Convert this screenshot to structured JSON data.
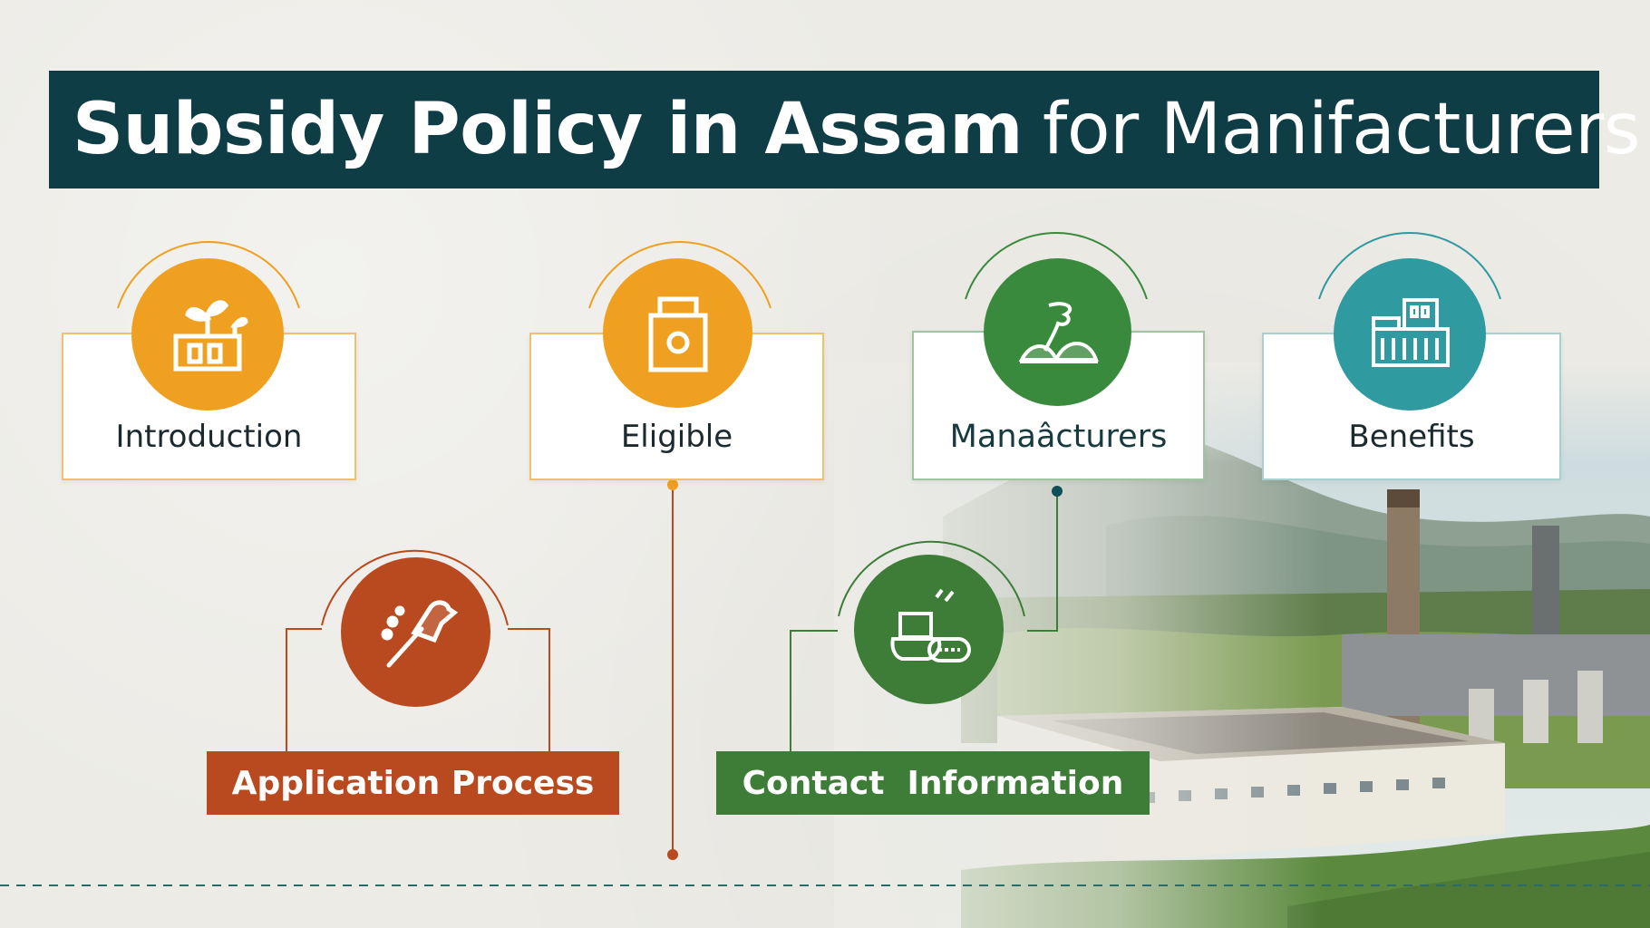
{
  "title": {
    "bold": "Subsidy Policy in Assam",
    "light": "for Manifacturers"
  },
  "cards": [
    {
      "label": "Introduction",
      "icon": "plant-box-icon",
      "color": "#f0a020"
    },
    {
      "label": "Eligible",
      "icon": "bag-icon",
      "color": "#f0a020"
    },
    {
      "label": "Manaâcturers",
      "icon": "crop-plant-icon",
      "color": "#3a8a3e"
    },
    {
      "label": "Benefits",
      "icon": "factory-building-icon",
      "color": "#2f9aa0"
    }
  ],
  "process_items": [
    {
      "label": "Application Process",
      "icon": "pen-tool-icon",
      "color": "#b94a1f"
    },
    {
      "label": "Contact  Information",
      "icon": "tools-box-icon",
      "color": "#3d7d37"
    }
  ],
  "colors": {
    "title_bg": "#0f3d46",
    "orange": "#f0a020",
    "rust": "#b94a1f",
    "green": "#3d7d37",
    "teal": "#2f9aa0"
  }
}
